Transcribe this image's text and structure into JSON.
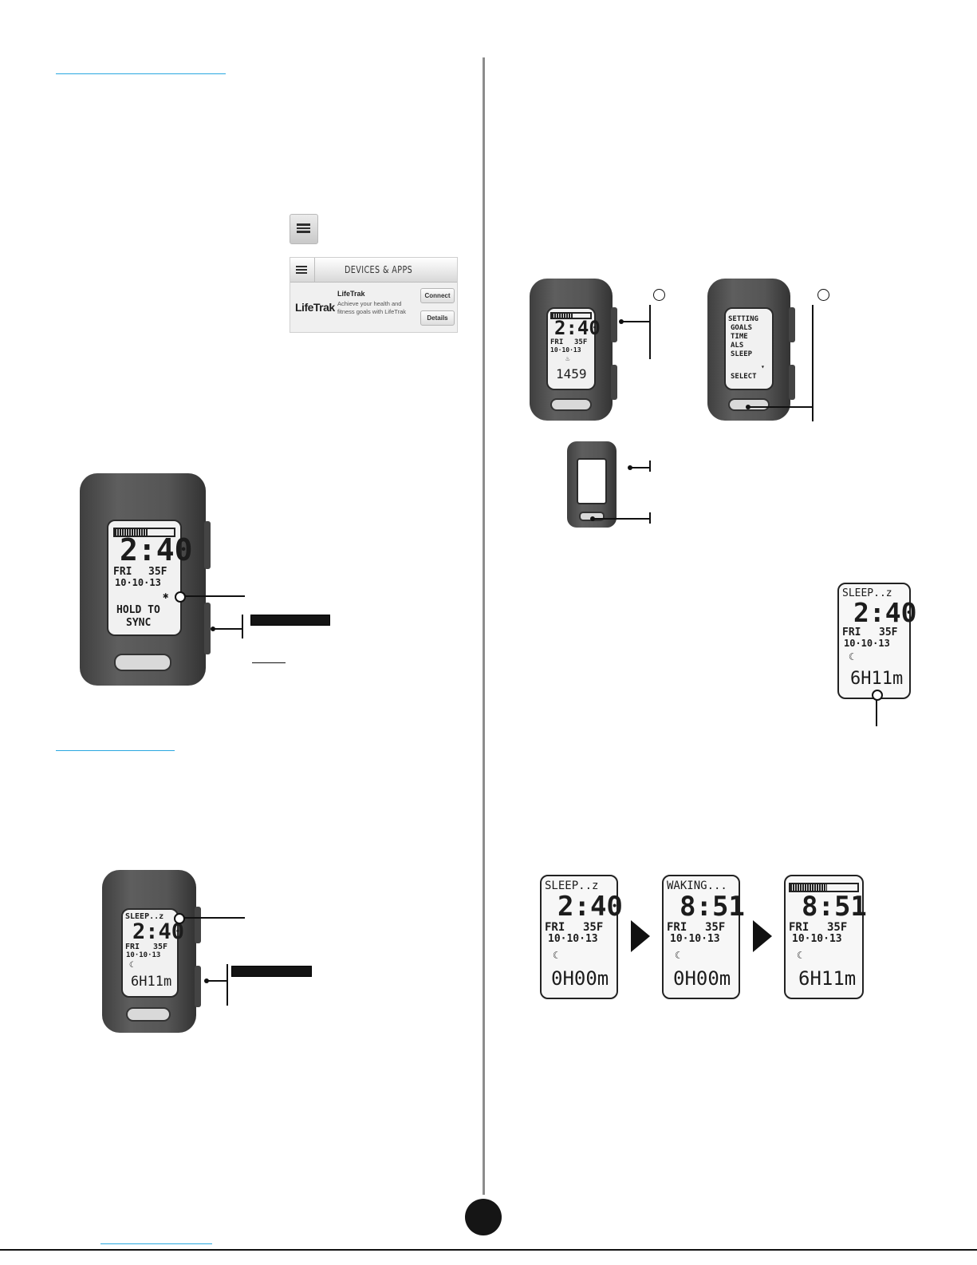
{
  "app": {
    "header_title": "DEVICES & APPS",
    "brand": "LifeTrak",
    "item_name": "LifeTrak",
    "item_desc": "Achieve your health and fitness goals with LifeTrak",
    "connect_label": "Connect",
    "details_label": "Details"
  },
  "sync_watch": {
    "time": "2:40",
    "day": "FRI",
    "temp": "35F",
    "date": "10·10·13",
    "bluetooth_icon": "bluetooth-icon",
    "line1": "HOLD TO",
    "line2": "SYNC"
  },
  "sleep_watch": {
    "status": "SLEEP..z",
    "time": "2:40",
    "day": "FRI",
    "temp": "35F",
    "date": "10·10·13",
    "moon_icon": "moon-icon",
    "duration": "6H11m"
  },
  "right_watch_a": {
    "time": "2:40",
    "day": "FRI",
    "temp": "35F",
    "date": "10·10·13",
    "flame_icon": "flame-icon",
    "value": "1459"
  },
  "right_watch_b": {
    "menu": [
      "SETTING",
      "GOALS",
      "TIME",
      "ALS",
      "SLEEP"
    ],
    "footer": "SELECT"
  },
  "sleep_panel": {
    "status": "SLEEP..z",
    "time": "2:40",
    "day": "FRI",
    "temp": "35F",
    "date": "10·10·13",
    "duration": "6H11m"
  },
  "sequence": [
    {
      "status": "SLEEP..z",
      "time": "2:40",
      "day": "FRI",
      "temp": "35F",
      "date": "10·10·13",
      "duration": "0H00m"
    },
    {
      "status": "WAKING...",
      "time": "8:51",
      "day": "FRI",
      "temp": "35F",
      "date": "10·10·13",
      "duration": "0H00m"
    },
    {
      "status": "",
      "time": "8:51",
      "day": "FRI",
      "temp": "35F",
      "date": "10·10·13",
      "duration": "6H11m"
    }
  ],
  "colors": {
    "accent_rule": "#2aa8e0",
    "divider": "#8c8c8c",
    "ink": "#111111"
  }
}
